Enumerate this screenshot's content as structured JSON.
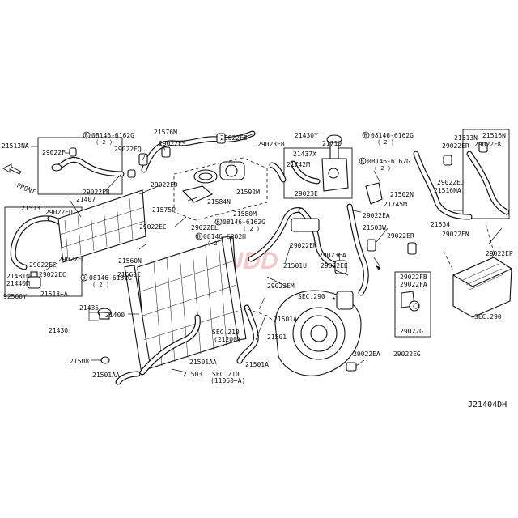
{
  "diagram_code": "J21404DH",
  "watermark": "JUDD",
  "front_label": "FRONT",
  "labels": {
    "l_21513NA": "21513NA",
    "l_29022F": "29022F",
    "l_29022EB_a": "29022EB",
    "l_08146_top": "08146-6162G",
    "l_2_top": "( 2 )",
    "l_21576M": "21576M",
    "l_29022EQ": "29022EQ",
    "l_29022ES": "29022ES",
    "l_29022EB_b": "29022EB",
    "l_29022ED": "29022ED",
    "l_21407": "21407",
    "l_21584N": "21584N",
    "l_21592M": "21592M",
    "l_21575P": "21575P",
    "l_29022EC_a": "29022EC",
    "l_29022EL_a": "29022EL",
    "l_21580M": "21580M",
    "l_08146_mid": "08146-6162G",
    "l_08146_6202H": "08146-6202H",
    "l_2_mid": "( 2 )",
    "l_2_mid2": "( 2 )",
    "l_21513": "21513",
    "l_29022EQ_b": "29022EQ",
    "l_29022EL_b": "29022EL",
    "l_29022EC_b": "29022EC",
    "l_29022EC_c": "29022EC",
    "l_21481N": "21481N",
    "l_21440M": "21440M",
    "l_92500Y": "92500Y",
    "l_21513A": "21513+A",
    "l_21560N": "21560N",
    "l_21560E": "21560E",
    "l_08146_low": "08146-6162G",
    "l_2_low": "( 2 )",
    "l_21400": "21400",
    "l_21430": "21430",
    "l_21435": "21435",
    "l_21508": "21508",
    "l_21501AA_a": "21501AA",
    "l_21503": "21503",
    "l_21501AA_b": "21501AA",
    "l_21501A_a": "21501A",
    "l_21501": "21501",
    "l_21501A_b": "21501A",
    "l_sec210_a": "SEC.210",
    "l_21200": "(21200)",
    "l_sec210_b": "SEC.210",
    "l_11060": "(11060+A)",
    "l_29023EB": "29023EB",
    "l_21430Y": "21430Y",
    "l_21710": "21710",
    "l_21437X": "21437X",
    "l_21742M": "21742M",
    "l_29023E": "29023E",
    "l_08146_r1": "08146-6162G",
    "l_2_r1": "( 2 )",
    "l_08146_r2": "08146-6162G",
    "l_2_r2": "( 2 )",
    "l_21745M": "21745M",
    "l_21502N": "21502N",
    "l_29022EA_a": "29022EA",
    "l_29022EH": "29022EH",
    "l_21501U": "21501U",
    "l_29023EA": "29023EA",
    "l_29022EE": "29022EE",
    "l_29022EM": "29022EM",
    "l_21503W": "21503W",
    "l_29022ER_a": "29022ER",
    "l_sec290_a": "SEC.290",
    "l_29022EA_b": "29022EA",
    "l_29022EG": "29022EG",
    "l_29022FB": "29022FB",
    "l_29022FA": "29022FA",
    "l_29022G": "29022G",
    "l_21513N": "21513N",
    "l_21516N": "21516N",
    "l_29022ER_b": "29022ER",
    "l_29022EK": "29022EK",
    "l_29022EJ": "29022EJ",
    "l_21516NA": "21516NA",
    "l_21534": "21534",
    "l_29022EN": "29022EN",
    "l_29022EP": "29022EP",
    "l_sec290_b": "SEC.290"
  },
  "bolt_symbol": "B",
  "star_symbol": "★"
}
